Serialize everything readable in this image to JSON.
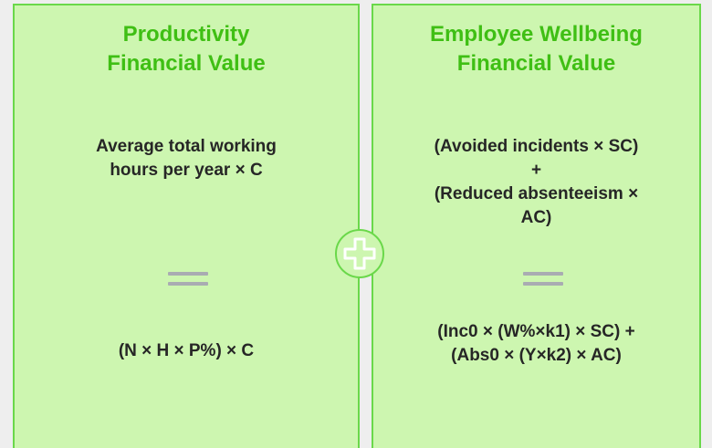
{
  "left_panel": {
    "title_lines": [
      "Productivity",
      "Financial Value"
    ],
    "formula_top_lines": [
      "Average total working",
      "hours per year × C"
    ],
    "equals_icon": "equals-icon",
    "formula_bottom_lines": [
      "(N × H × P%) × C"
    ]
  },
  "right_panel": {
    "title_lines": [
      "Employee Wellbeing",
      "Financial Value"
    ],
    "formula_top_lines": [
      "(Avoided incidents × SC)",
      "+",
      "(Reduced absenteeism ×",
      "AC)"
    ],
    "equals_icon": "equals-icon",
    "formula_bottom_lines": [
      "(Inc0 × (W%×k1) × SC) +",
      "(Abs0 × (Y×k2) × AC)"
    ]
  },
  "connector": {
    "icon": "plus-icon"
  },
  "colors": {
    "background": "#eeeeee",
    "panel_fill": "#cdf6b0",
    "panel_border": "#6ad84a",
    "title_green": "#3fbf14",
    "text_dark": "#262626",
    "equals_gray": "#a9acb2"
  }
}
